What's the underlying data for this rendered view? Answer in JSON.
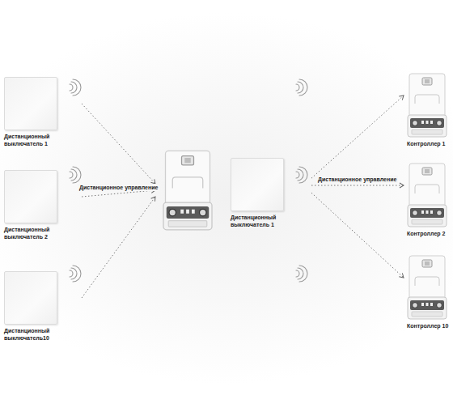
{
  "diagram": {
    "nodes": [
      {
        "text": [
          "Дистанционный выключатель 1"
        ]
      },
      {
        "text": [
          "Дистанционный выключатель 2"
        ]
      },
      {
        "text": [
          "Дистанционный выключатель10"
        ]
      },
      {
        "text": []
      },
      {
        "text": [
          "Дистанционный выключатель 1"
        ]
      },
      {
        "text": [
          "Контроллер 1"
        ]
      },
      {
        "text": [
          "Контроллер 2"
        ]
      },
      {
        "text": [
          "Контроллер 10"
        ]
      }
    ],
    "edges": [
      {
        "from": 0,
        "to": 3,
        "arrow": "to"
      },
      {
        "from": 1,
        "to": 3,
        "arrow": "to",
        "label": "Дистанционное управление"
      },
      {
        "from": 2,
        "to": 3,
        "arrow": "to"
      },
      {
        "from": 4,
        "to": 5,
        "arrow": "to"
      },
      {
        "from": 4,
        "to": 6,
        "arrow": "to",
        "label": "Дистанционное управление"
      },
      {
        "from": 4,
        "to": 7,
        "arrow": "to"
      }
    ]
  }
}
